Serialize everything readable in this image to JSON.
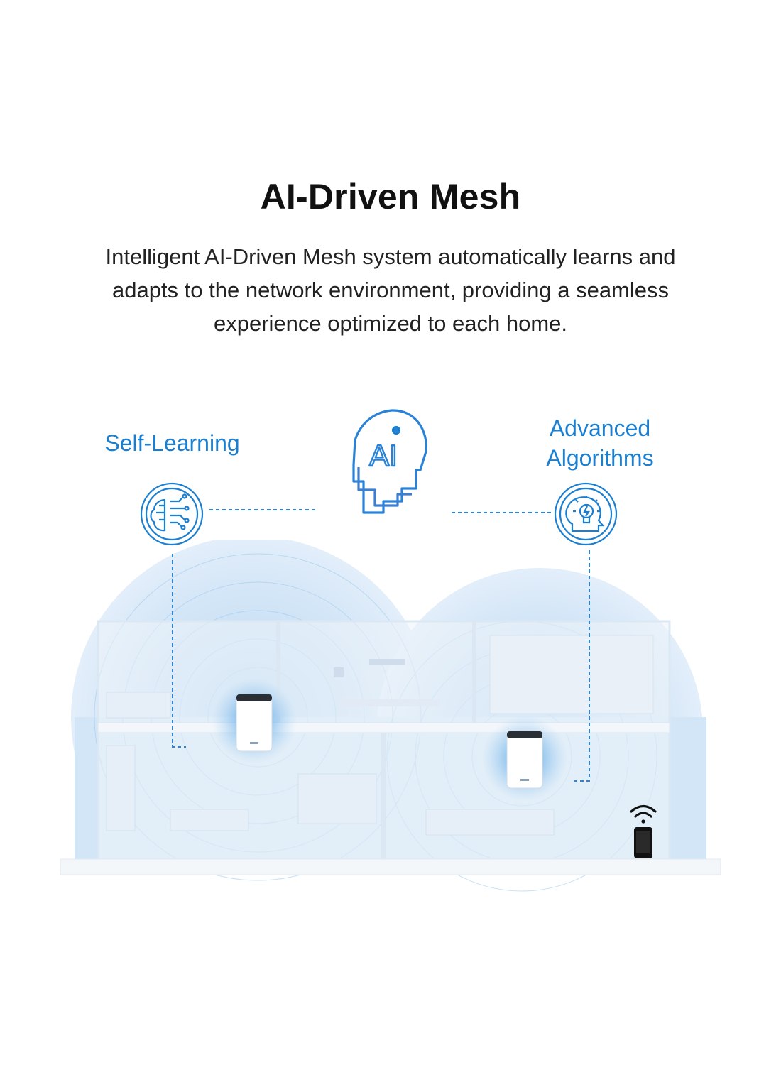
{
  "heading": "AI-Driven Mesh",
  "description": {
    "lines": [
      "Intelligent AI-Driven Mesh system automatically learns and",
      "adapts to the network environment, providing a seamless",
      "experience optimized to each home."
    ]
  },
  "features": {
    "left": {
      "label": "Self-Learning",
      "icon": "circuit-brain-icon"
    },
    "center": {
      "text": "AI",
      "icon": "ai-head-icon"
    },
    "right": {
      "lines": [
        "Advanced",
        "Algorithms"
      ],
      "icon": "lightbulb-head-icon"
    }
  },
  "colors": {
    "accent": "#1b7fd1",
    "coverage": "#cfe4f7",
    "house": "#eef4fa",
    "heading": "#111111"
  }
}
